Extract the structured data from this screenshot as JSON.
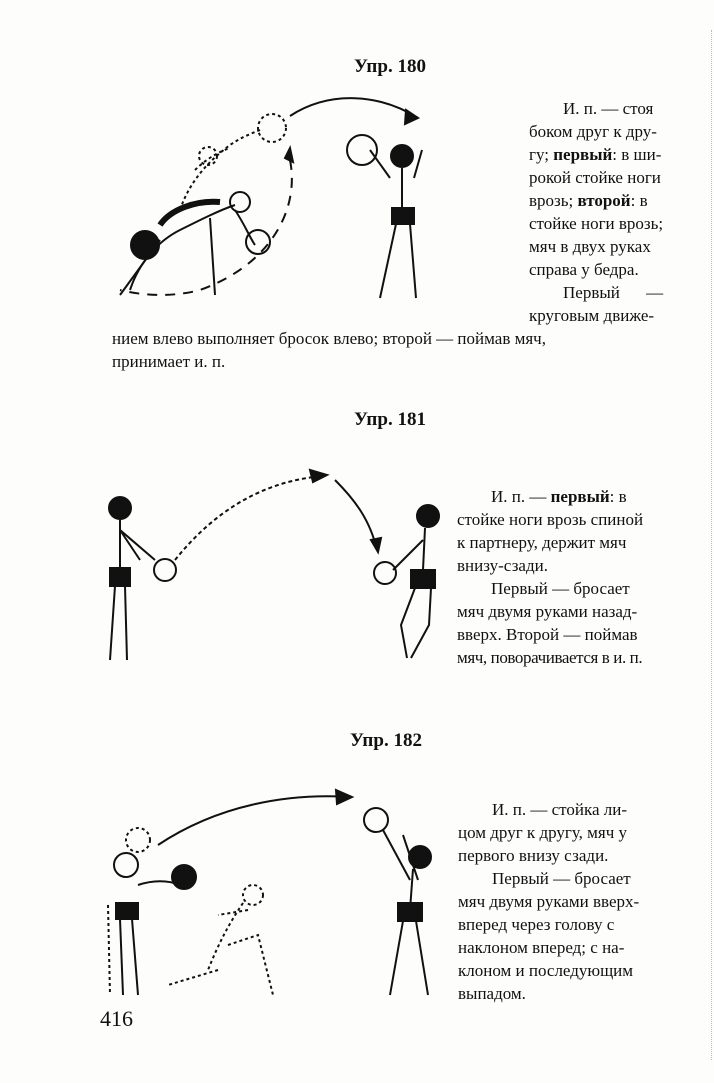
{
  "page": {
    "number": "416"
  },
  "ex180": {
    "title": "Упр. 180",
    "l1": "И. п. — стоя",
    "l2": "боком друг к дру-",
    "l3a": "гу; ",
    "l3b": "первый",
    "l3c": ": в ши-",
    "l4": "рокой стойке ноги",
    "l5a": "врозь; ",
    "l5b": "второй",
    "l5c": ": в",
    "l6": "стойке ноги врозь;",
    "l7": "мяч в двух руках",
    "l8": "справа у бедра.",
    "l9": "Первый —",
    "l10": "круговым движе-",
    "l11": "нием влево выполняет бросок влево; второй — поймав мяч,",
    "l12": "принимает и. п."
  },
  "ex181": {
    "title": "Упр. 181",
    "l1a": "И. п. — ",
    "l1b": "первый",
    "l1c": ": в",
    "l2": "стойке ноги врозь спиной",
    "l3": "к партнеру, держит мяч",
    "l4": "внизу-сзади.",
    "l5": "Первый — бросает",
    "l6": "мяч двумя руками назад-",
    "l7": "вверх. Второй — поймав",
    "l8": "мяч, поворачивается в и. п."
  },
  "ex182": {
    "title": "Упр. 182",
    "l1": "И. п. — стойка ли-",
    "l2": "цом друг к другу, мяч у",
    "l3": "первого внизу сзади.",
    "l4": "Первый — бросает",
    "l5": "мяч двумя руками вверх-",
    "l6": "вперед через голову с",
    "l7": "наклоном вперед; с на-",
    "l8": "клоном и последующим",
    "l9": "выпадом."
  }
}
